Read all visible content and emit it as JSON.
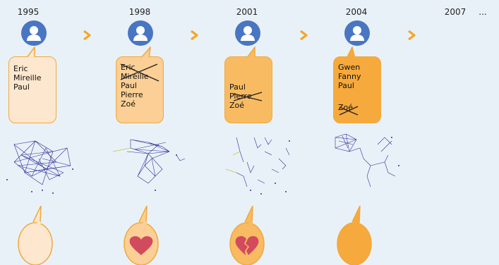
{
  "years": [
    "1995",
    "1998",
    "2001",
    "2004",
    "2007",
    "..."
  ],
  "bubbles": [
    {
      "names": [
        {
          "text": "Eric",
          "struck": false
        },
        {
          "text": "Mireille",
          "struck": false
        },
        {
          "text": "Paul",
          "struck": false
        }
      ],
      "color": "#fde7cf"
    },
    {
      "names": [
        {
          "text": "Eric",
          "struck": true
        },
        {
          "text": "Mireille",
          "struck": true
        },
        {
          "text": "Paul",
          "struck": false
        },
        {
          "text": "Pierre",
          "struck": false
        },
        {
          "text": "Zoé",
          "struck": false
        }
      ],
      "color": "#fbcf95"
    },
    {
      "names": [
        {
          "text": "Paul",
          "struck": false
        },
        {
          "text": "Pierre",
          "struck": true
        },
        {
          "text": "Zoé",
          "struck": false
        }
      ],
      "color": "#f8bb62"
    },
    {
      "names": [
        {
          "text": "Gwen",
          "struck": false
        },
        {
          "text": "Fanny",
          "struck": false
        },
        {
          "text": "Paul",
          "struck": false
        },
        {
          "text": "Zoé",
          "struck": true
        }
      ],
      "color": "#f6a93c"
    }
  ],
  "colors": {
    "avatar": "#4876c2",
    "chevron": "#f5a623",
    "network": "#2b2f9a",
    "heart": "#d24a5d"
  },
  "emotions": [
    "empty",
    "heart-icon",
    "broken-heart-icon",
    "empty"
  ]
}
